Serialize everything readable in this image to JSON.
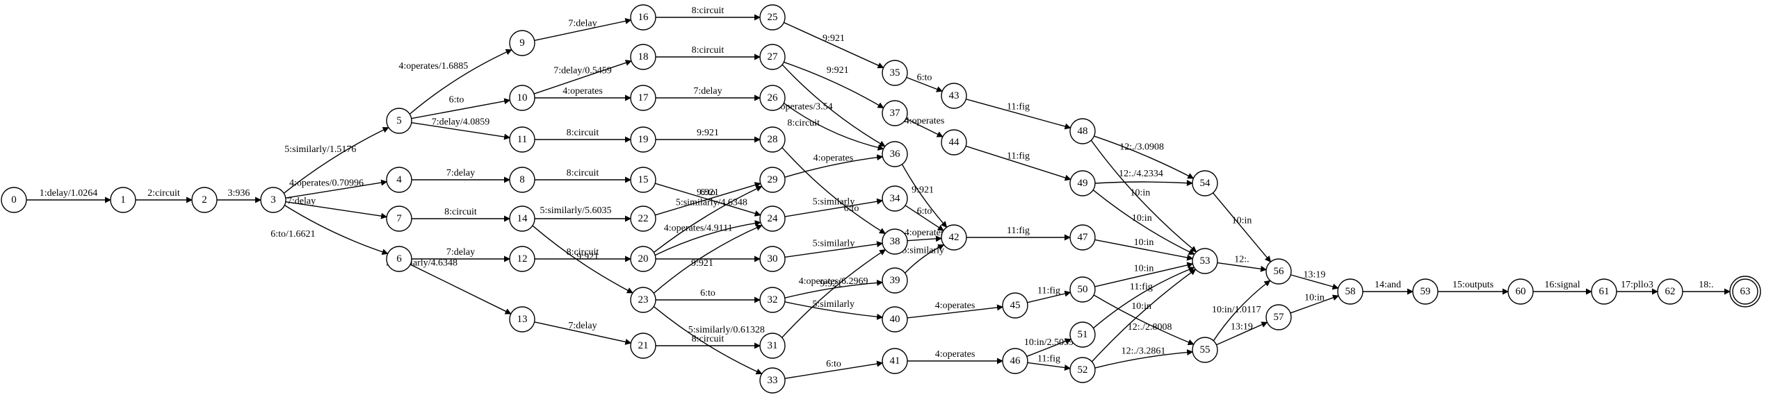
{
  "diagram": {
    "type": "finite-state-transducer",
    "start_state": "0",
    "final_state": "63",
    "states": [
      "0",
      "1",
      "2",
      "3",
      "4",
      "5",
      "6",
      "7",
      "8",
      "9",
      "10",
      "11",
      "12",
      "13",
      "14",
      "15",
      "16",
      "17",
      "18",
      "19",
      "20",
      "21",
      "22",
      "23",
      "24",
      "25",
      "26",
      "27",
      "28",
      "29",
      "30",
      "31",
      "32",
      "33",
      "34",
      "35",
      "36",
      "37",
      "38",
      "39",
      "40",
      "41",
      "42",
      "43",
      "44",
      "45",
      "46",
      "47",
      "48",
      "49",
      "50",
      "51",
      "52",
      "53",
      "54",
      "55",
      "56",
      "57",
      "58",
      "59",
      "60",
      "61",
      "62",
      "63"
    ],
    "transitions": [
      {
        "from": "0",
        "to": "1",
        "label": "1:delay/1.0264"
      },
      {
        "from": "1",
        "to": "2",
        "label": "2:circuit"
      },
      {
        "from": "2",
        "to": "3",
        "label": "3:936"
      },
      {
        "from": "3",
        "to": "5",
        "label": "5:similarly/1.5176"
      },
      {
        "from": "3",
        "to": "4",
        "label": "4:operates/0.70996"
      },
      {
        "from": "3",
        "to": "7",
        "label": "7:delay"
      },
      {
        "from": "3",
        "to": "6",
        "label": "6:to/1.6621"
      },
      {
        "from": "5",
        "to": "9",
        "label": "4:operates/1.6885"
      },
      {
        "from": "5",
        "to": "10",
        "label": "6:to"
      },
      {
        "from": "5",
        "to": "11",
        "label": "7:delay/4.0859"
      },
      {
        "from": "4",
        "to": "8",
        "label": "7:delay"
      },
      {
        "from": "7",
        "to": "14",
        "label": "8:circuit"
      },
      {
        "from": "6",
        "to": "12",
        "label": "7:delay"
      },
      {
        "from": "6",
        "to": "13",
        "label": "5:similarly/4.6348"
      },
      {
        "from": "9",
        "to": "16",
        "label": "7:delay"
      },
      {
        "from": "10",
        "to": "18",
        "label": "7:delay/0.5459"
      },
      {
        "from": "10",
        "to": "17",
        "label": "4:operates"
      },
      {
        "from": "11",
        "to": "19",
        "label": "8:circuit"
      },
      {
        "from": "8",
        "to": "15",
        "label": "8:circuit"
      },
      {
        "from": "14",
        "to": "22",
        "label": "5:similarly/5.6035"
      },
      {
        "from": "14",
        "to": "23",
        "label": "9:921"
      },
      {
        "from": "12",
        "to": "20",
        "label": "8:circuit"
      },
      {
        "from": "13",
        "to": "21",
        "label": "7:delay"
      },
      {
        "from": "16",
        "to": "25",
        "label": "8:circuit"
      },
      {
        "from": "18",
        "to": "27",
        "label": "8:circuit"
      },
      {
        "from": "17",
        "to": "26",
        "label": "7:delay"
      },
      {
        "from": "19",
        "to": "28",
        "label": "9:921"
      },
      {
        "from": "15",
        "to": "24",
        "label": "9:921"
      },
      {
        "from": "22",
        "to": "29",
        "label": "6:to"
      },
      {
        "from": "20",
        "to": "29",
        "label": "5:similarly/4.6348"
      },
      {
        "from": "20",
        "to": "24",
        "label": "4:operates/4.9111"
      },
      {
        "from": "20",
        "to": "30",
        "label": "9:921"
      },
      {
        "from": "23",
        "to": "24",
        "label": ""
      },
      {
        "from": "23",
        "to": "32",
        "label": "6:to"
      },
      {
        "from": "23",
        "to": "33",
        "label": "5:similarly/0.61328"
      },
      {
        "from": "21",
        "to": "31",
        "label": "8:circuit"
      },
      {
        "from": "25",
        "to": "35",
        "label": "9:921"
      },
      {
        "from": "27",
        "to": "37",
        "label": "9:921"
      },
      {
        "from": "27",
        "to": "36",
        "label": "4:operates/3.54"
      },
      {
        "from": "26",
        "to": "36",
        "label": "8:circuit"
      },
      {
        "from": "28",
        "to": "38",
        "label": "6:to"
      },
      {
        "from": "29",
        "to": "36",
        "label": "4:operates"
      },
      {
        "from": "24",
        "to": "34",
        "label": "5:similarly"
      },
      {
        "from": "30",
        "to": "38",
        "label": "5:similarly"
      },
      {
        "from": "32",
        "to": "39",
        "label": "4:operates/6.2969"
      },
      {
        "from": "32",
        "to": "40",
        "label": "5:similarly"
      },
      {
        "from": "31",
        "to": "38",
        "label": "9:921"
      },
      {
        "from": "33",
        "to": "41",
        "label": "6:to"
      },
      {
        "from": "35",
        "to": "43",
        "label": "6:to"
      },
      {
        "from": "37",
        "to": "44",
        "label": "4:operates"
      },
      {
        "from": "36",
        "to": "42",
        "label": "9:921"
      },
      {
        "from": "34",
        "to": "42",
        "label": "6:to"
      },
      {
        "from": "38",
        "to": "42",
        "label": "4:operates"
      },
      {
        "from": "39",
        "to": "42",
        "label": "5:similarly"
      },
      {
        "from": "40",
        "to": "45",
        "label": "4:operates"
      },
      {
        "from": "41",
        "to": "46",
        "label": "4:operates"
      },
      {
        "from": "43",
        "to": "48",
        "label": "11:fig"
      },
      {
        "from": "44",
        "to": "49",
        "label": "11:fig"
      },
      {
        "from": "42",
        "to": "47",
        "label": "11:fig"
      },
      {
        "from": "45",
        "to": "50",
        "label": "11:fig"
      },
      {
        "from": "46",
        "to": "51",
        "label": "10:in/2.5059"
      },
      {
        "from": "46",
        "to": "52",
        "label": "11:fig"
      },
      {
        "from": "48",
        "to": "54",
        "label": "12:./3.0908"
      },
      {
        "from": "48",
        "to": "53",
        "label": "10:in"
      },
      {
        "from": "49",
        "to": "54",
        "label": "12:./4.2334"
      },
      {
        "from": "49",
        "to": "53",
        "label": "10:in"
      },
      {
        "from": "47",
        "to": "53",
        "label": "10:in"
      },
      {
        "from": "50",
        "to": "53",
        "label": "10:in"
      },
      {
        "from": "50",
        "to": "55",
        "label": "12:./2.8008"
      },
      {
        "from": "51",
        "to": "53",
        "label": "11:fig"
      },
      {
        "from": "52",
        "to": "53",
        "label": "10:in"
      },
      {
        "from": "52",
        "to": "55",
        "label": "12:./3.2861"
      },
      {
        "from": "54",
        "to": "56",
        "label": "10:in"
      },
      {
        "from": "53",
        "to": "56",
        "label": "12:."
      },
      {
        "from": "55",
        "to": "56",
        "label": "10:in/1.0117"
      },
      {
        "from": "55",
        "to": "57",
        "label": "13:19"
      },
      {
        "from": "56",
        "to": "58",
        "label": "13:19"
      },
      {
        "from": "57",
        "to": "58",
        "label": "10:in"
      },
      {
        "from": "58",
        "to": "59",
        "label": "14:and"
      },
      {
        "from": "59",
        "to": "60",
        "label": "15:outputs"
      },
      {
        "from": "60",
        "to": "61",
        "label": "16:signal"
      },
      {
        "from": "61",
        "to": "62",
        "label": "17:pllo3"
      },
      {
        "from": "62",
        "to": "63",
        "label": "18:."
      }
    ]
  }
}
